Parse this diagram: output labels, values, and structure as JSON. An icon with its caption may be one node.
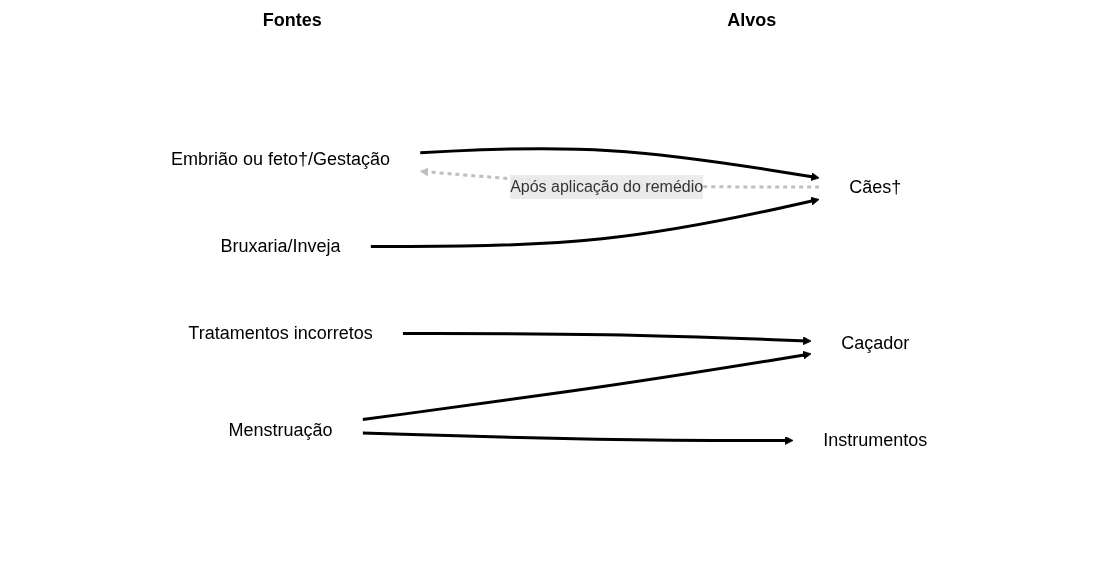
{
  "diagram": {
    "nodes": [
      {
        "text": [
          "Embrião ou feto†/Gestação"
        ]
      },
      {
        "text": [
          "Bruxaria/Inveja"
        ]
      },
      {
        "text": [
          "Tratamentos incorretos"
        ]
      },
      {
        "text": [
          "Menstruação"
        ]
      },
      {
        "text": [
          "Cães†"
        ]
      },
      {
        "text": [
          "Caçador"
        ]
      },
      {
        "text": [
          "Instrumentos"
        ]
      }
    ],
    "edges": [
      {
        "from": 0,
        "to": 4,
        "arrow": "to"
      },
      {
        "from": 1,
        "to": 4,
        "arrow": "to"
      },
      {
        "from": 2,
        "to": 5,
        "arrow": "to"
      },
      {
        "from": 3,
        "to": 5,
        "arrow": "to"
      },
      {
        "from": 3,
        "to": 6,
        "arrow": "to"
      },
      {
        "from": 4,
        "to": 0,
        "arrow": "to",
        "style": "dashed",
        "color": "#bfbfbf",
        "label": "Após aplicação do remédio"
      }
    ],
    "labels": [
      "Fontes",
      "Alvos"
    ]
  }
}
